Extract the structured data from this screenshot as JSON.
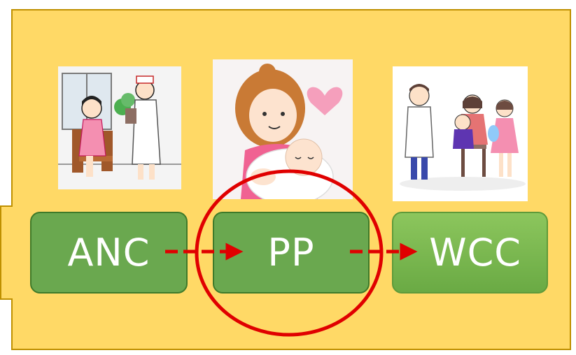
{
  "colors": {
    "panel_fill": "#ffd966",
    "panel_border": "#bf9000",
    "box_fill": "#6aa84f",
    "box_border": "#3f7a2a",
    "arrow": "#e00000",
    "highlight_circle": "#e00000"
  },
  "stages": [
    {
      "label": "ANC",
      "illustration": "nurse-and-pregnant-woman-illustration"
    },
    {
      "label": "PP",
      "illustration": "mother-holding-baby-illustration"
    },
    {
      "label": "WCC",
      "illustration": "doctor-with-family-illustration"
    }
  ],
  "connectors": [
    {
      "from": "ANC",
      "to": "PP",
      "style": "dashed-arrow"
    },
    {
      "from": "PP",
      "to": "WCC",
      "style": "dashed-arrow"
    }
  ],
  "highlighted_stage": "PP"
}
